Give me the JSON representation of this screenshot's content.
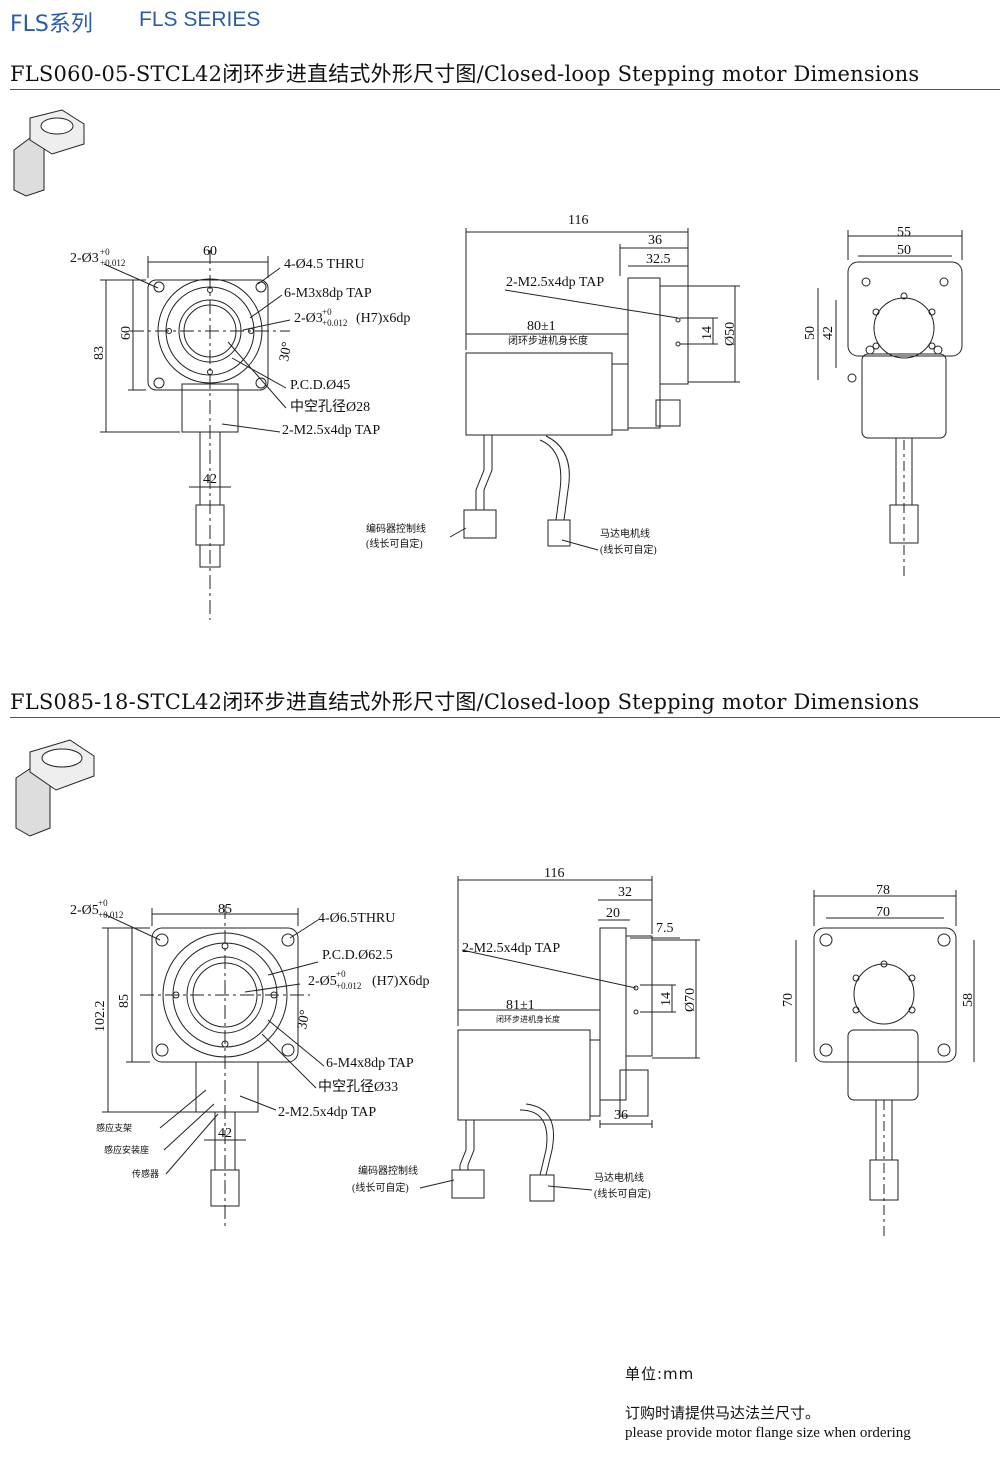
{
  "header": {
    "series_cn": "FLS系列",
    "series_en": "FLS SERIES"
  },
  "sections": [
    {
      "title": "FLS060-05-STCL42闭环步进直结式外形尺寸图/Closed-loop Stepping motor Dimensions",
      "front": {
        "width": "60",
        "height_inner": "60",
        "height_total": "83",
        "pin": "2-Ø3",
        "tol_up": "+0",
        "tol_dn": "+0.012",
        "thru": "4-Ø4.5 THRU",
        "tap1": "6-M3x8dp TAP",
        "pin2": "2-Ø3",
        "pin2_suffix": "(H7)x6dp",
        "angle": "30°",
        "pcd": "P.C.D.Ø45",
        "hollow": "中空孔径Ø28",
        "tap2": "2-M2.5x4dp TAP",
        "bottom": "42"
      },
      "side": {
        "overall": "116",
        "d36": "36",
        "d32_5": "32.5",
        "tap": "2-M2.5x4dp TAP",
        "body_len": "80±1",
        "body_len_label": "闭环步进机身长度",
        "d14": "14",
        "d50": "Ø50",
        "encoder_line": "编码器控制线",
        "encoder_note": "(线长可自定)",
        "motor_line": "马达电机线",
        "motor_note": "(线长可自定)"
      },
      "rear": {
        "w_outer": "55",
        "w_inner": "50",
        "h_outer": "50",
        "h_inner": "42"
      }
    },
    {
      "title": "FLS085-18-STCL42闭环步进直结式外形尺寸图/Closed-loop Stepping motor Dimensions",
      "front": {
        "width": "85",
        "height_inner": "85",
        "height_total": "102.2",
        "pin": "2-Ø5",
        "tol_up": "+0",
        "tol_dn": "+0.012",
        "thru": "4-Ø6.5THRU",
        "pcd": "P.C.D.Ø62.5",
        "pin2": "2-Ø5",
        "pin2_suffix": "(H7)X6dp",
        "angle": "30°",
        "tap1": "6-M4x8dp TAP",
        "hollow": "中空孔径Ø33",
        "tap2": "2-M2.5x4dp TAP",
        "bottom": "42",
        "label_bracket": "感应支架",
        "label_mount": "感应安装座",
        "label_sensor": "传感器"
      },
      "side": {
        "overall": "116",
        "d32": "32",
        "d20": "20",
        "d7_5": "7.5",
        "tap": "2-M2.5x4dp TAP",
        "body_len": "81±1",
        "body_len_label": "闭环步进机身长度",
        "d14": "14",
        "d70": "Ø70",
        "d36": "36",
        "encoder_line": "编码器控制线",
        "encoder_note": "(线长可自定)",
        "motor_line": "马达电机线",
        "motor_note": "(线长可自定)"
      },
      "rear": {
        "w_outer": "78",
        "w_inner": "70",
        "h_left": "70",
        "h_right": "58"
      }
    }
  ],
  "footer": {
    "unit": "单位:mm",
    "note_cn": "订购时请提供马达法兰尺寸。",
    "note_en": "please provide motor flange size when ordering"
  }
}
